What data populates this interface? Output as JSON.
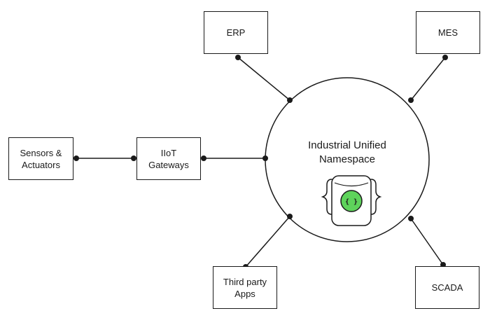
{
  "diagram": {
    "hub": {
      "label": "Industrial Unified\nNamespace",
      "icon": "braces-database-icon",
      "icon_glyph": "{ }"
    },
    "nodes": {
      "erp": "ERP",
      "mes": "MES",
      "sensors": "Sensors &\nActuators",
      "iiot": "IIoT\nGateways",
      "third_party": "Third party\nApps",
      "scada": "SCADA"
    }
  },
  "colors": {
    "stroke": "#1a1a1a",
    "icon_fill": "#5ed35b"
  }
}
